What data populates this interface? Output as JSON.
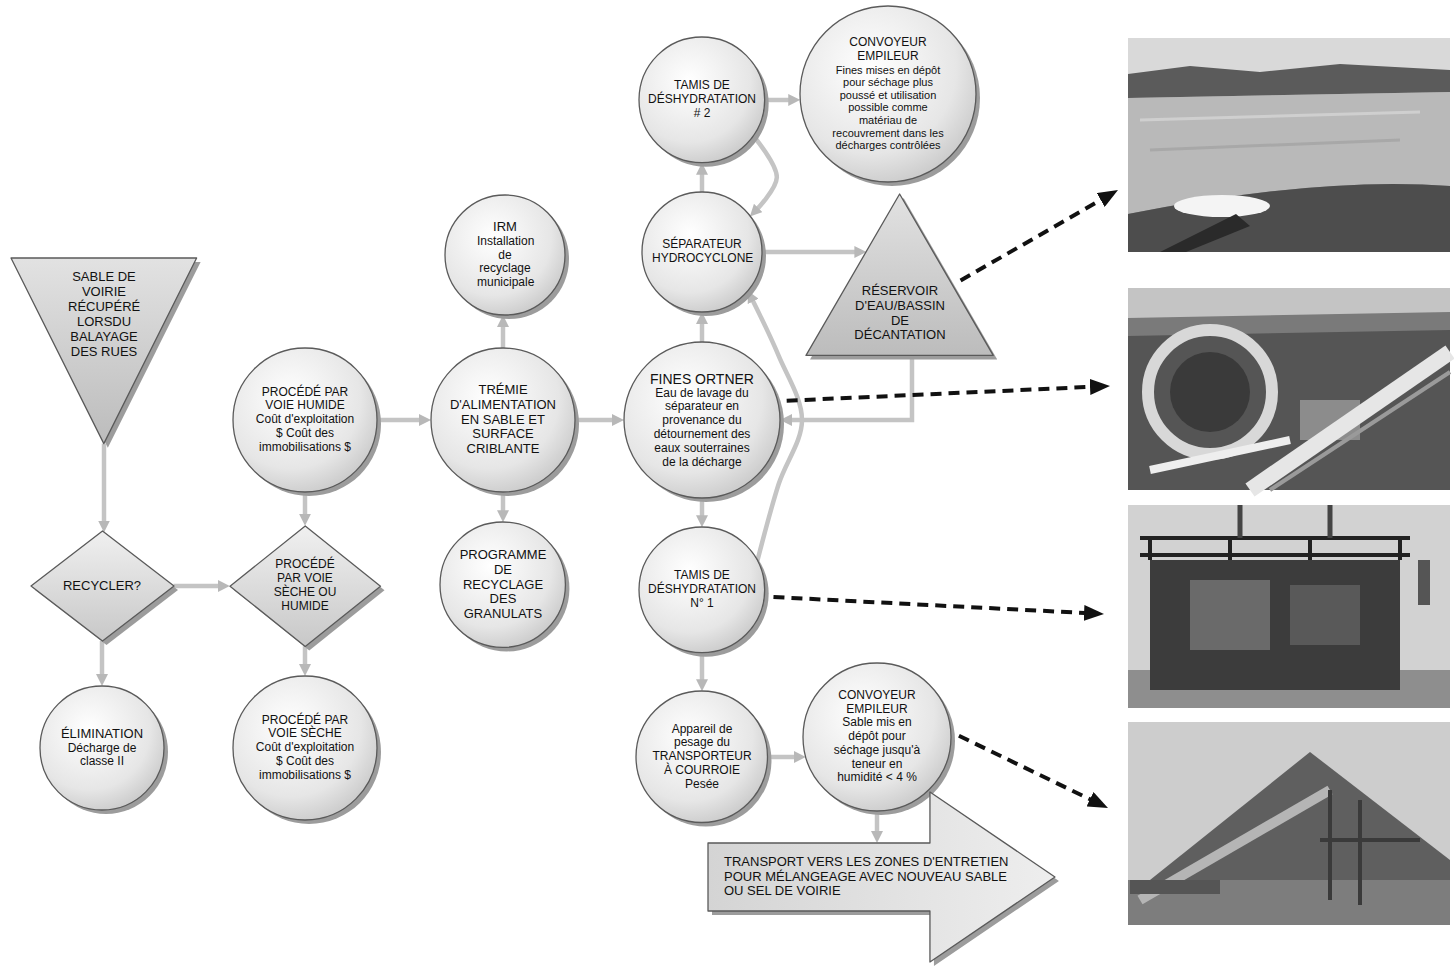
{
  "diagram": {
    "nodes": [
      {
        "text": [
          "SABLE DE VOIRIE RÉCUPÉRÉ LORSDU BALAYAGE DES RUES"
        ]
      },
      {
        "text": [
          "RECYCLER?"
        ]
      },
      {
        "text": [
          "ÉLIMINATION",
          "Décharge de classe II"
        ]
      },
      {
        "text": [
          "PROCÉDÉ PAR VOIE HUMIDE",
          "Coût d'exploitation $ Coût des immobilisations $"
        ]
      },
      {
        "text": [
          "PROCÉDÉ PAR VOIE SÈCHE OU HUMIDE"
        ]
      },
      {
        "text": [
          "PROCÉDÉ PAR VOIE SÈCHE",
          "Coût d'exploitation $ Coût des immobilisations $"
        ]
      },
      {
        "text": [
          "IRM",
          "Installation de recyclage municipale"
        ]
      },
      {
        "text": [
          "TRÉMIE D'ALIMENTATION EN SABLE ET SURFACE CRIBLANTE"
        ]
      },
      {
        "text": [
          "PROGRAMME DE RECYCLAGE DES GRANULATS"
        ]
      },
      {
        "text": [
          "TAMIS DE DÉSHYDRATATION # 2"
        ]
      },
      {
        "text": [
          "CONVOYEUR EMPILEUR",
          "Fines mises en dépôt pour séchage plus poussé et utilisation possible comme matériau de recouvrement dans les décharges contrôlées"
        ]
      },
      {
        "text": [
          "SÉPARATEUR HYDROCYCLONE"
        ]
      },
      {
        "text": [
          "RÉSERVOIR D'EAU/BASSIN DE DÉCANTATION"
        ]
      },
      {
        "text": [
          "FINES ORTNER",
          "Eau de lavage du séparateur en provenance du détournement des eaux souterraines de la décharge"
        ]
      },
      {
        "text": [
          "TAMIS DE DÉSHYDRATATION N° 1"
        ]
      },
      {
        "text": [
          "Appareil de pesage du TRANSPORTEUR À COURROIE Pesée"
        ]
      },
      {
        "text": [
          "CONVOYEUR EMPILEUR",
          "Sable mis en dépôt pour séchage jusqu'à teneur en humidité < 4 %"
        ]
      },
      {
        "text": [
          "TRANSPORT VERS LES ZONES D'ENTRETIEN POUR MÉLANGEAGE AVEC NOUVEAU SABLE OU SEL DE VOIRIE"
        ]
      }
    ],
    "edges": [
      {
        "from": 0,
        "to": 1,
        "arrow": "to"
      },
      {
        "from": 1,
        "to": 2,
        "arrow": "to"
      },
      {
        "from": 1,
        "to": 4,
        "arrow": "to"
      },
      {
        "from": 3,
        "to": 4,
        "arrow": "to"
      },
      {
        "from": 4,
        "to": 5,
        "arrow": "to"
      },
      {
        "from": 3,
        "to": 7,
        "arrow": "to"
      },
      {
        "from": 7,
        "to": 6,
        "arrow": "to"
      },
      {
        "from": 7,
        "to": 8,
        "arrow": "to"
      },
      {
        "from": 7,
        "to": 13,
        "arrow": "to"
      },
      {
        "from": 13,
        "to": 11,
        "arrow": "to"
      },
      {
        "from": 11,
        "to": 9,
        "arrow": "to"
      },
      {
        "from": 9,
        "to": 11,
        "arrow": "to"
      },
      {
        "from": 9,
        "to": 10,
        "arrow": "to"
      },
      {
        "from": 11,
        "to": 12,
        "arrow": "to"
      },
      {
        "from": 12,
        "to": 13,
        "arrow": "to"
      },
      {
        "from": 13,
        "to": 14,
        "arrow": "to"
      },
      {
        "from": 14,
        "to": 11,
        "arrow": "to"
      },
      {
        "from": 14,
        "to": 15,
        "arrow": "to"
      },
      {
        "from": 15,
        "to": 16,
        "arrow": "to"
      },
      {
        "from": 16,
        "to": 17,
        "arrow": "to"
      }
    ]
  }
}
